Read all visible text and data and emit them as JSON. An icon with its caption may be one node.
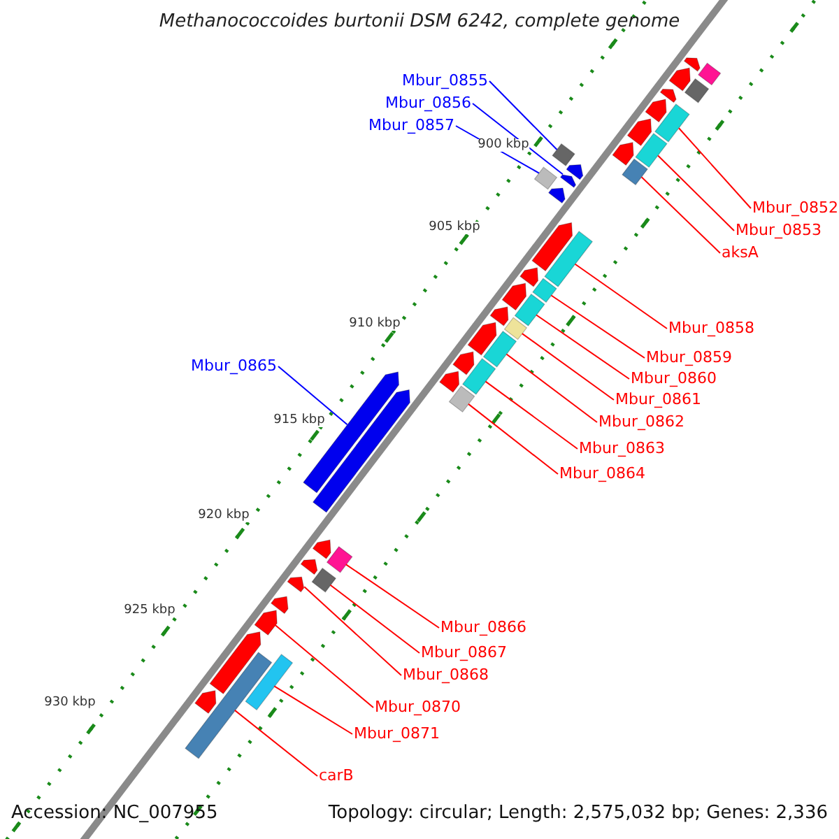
{
  "diagram": {
    "title": "Methanococcoides burtonii DSM 6242, complete genome",
    "nodes": [
      {
        "text": [
          "Mbur_0855"
        ]
      },
      {
        "text": [
          "Mbur_0856"
        ]
      },
      {
        "text": [
          "Mbur_0857"
        ]
      },
      {
        "text": [
          "Mbur_0852"
        ]
      },
      {
        "text": [
          "Mbur_0853"
        ]
      },
      {
        "text": [
          "aksA"
        ]
      },
      {
        "text": [
          "Mbur_0858"
        ]
      },
      {
        "text": [
          "Mbur_0859"
        ]
      },
      {
        "text": [
          "Mbur_0865"
        ]
      },
      {
        "text": [
          "Mbur_0860"
        ]
      },
      {
        "text": [
          "Mbur_0861"
        ]
      },
      {
        "text": [
          "Mbur_0862"
        ]
      },
      {
        "text": [
          "Mbur_0863"
        ]
      },
      {
        "text": [
          "Mbur_0864"
        ]
      },
      {
        "text": [
          "Mbur_0866"
        ]
      },
      {
        "text": [
          "Mbur_0867"
        ]
      },
      {
        "text": [
          "Mbur_0868"
        ]
      },
      {
        "text": [
          "Mbur_0870"
        ]
      },
      {
        "text": [
          "Mbur_0871"
        ]
      },
      {
        "text": [
          "carB"
        ]
      },
      {
        "text": [],
        "shape": "bar"
      },
      {
        "text": [],
        "shape": "bar"
      },
      {
        "text": [],
        "shape": "bar"
      },
      {
        "text": [],
        "shape": "bar"
      },
      {
        "text": [],
        "shape": "arrow"
      },
      {
        "text": [],
        "shape": "bar"
      },
      {
        "text": [],
        "shape": "bar"
      },
      {
        "text": [],
        "shape": "bar"
      },
      {
        "text": [],
        "shape": "bar"
      },
      {
        "text": [],
        "shape": "bar"
      },
      {
        "text": [],
        "shape": "bar"
      },
      {
        "text": [],
        "shape": "bar"
      },
      {
        "text": [],
        "shape": "bar"
      },
      {
        "text": [],
        "shape": "arrow"
      },
      {
        "text": [],
        "shape": "bar"
      },
      {
        "text": [],
        "shape": "bar"
      },
      {
        "text": [],
        "shape": "arrow"
      },
      {
        "text": [],
        "shape": "arrow"
      },
      {
        "text": [],
        "shape": "bar"
      },
      {
        "text": [],
        "shape": "bar"
      },
      {
        "text": [],
        "shape": "arrow"
      },
      {
        "text": [],
        "shape": "arrow"
      },
      {
        "text": [],
        "shape": "arrow"
      },
      {
        "text": [],
        "shape": "arrow"
      },
      {
        "text": [],
        "shape": "arrow"
      },
      {
        "text": [],
        "shape": "arrow"
      },
      {
        "text": [],
        "shape": "bar"
      },
      {
        "text": [],
        "shape": "bar"
      },
      {
        "text": [],
        "shape": "arrow"
      },
      {
        "text": [],
        "shape": "arrow"
      },
      {
        "text": [],
        "shape": "arrow"
      },
      {
        "text": [],
        "shape": "arrow"
      },
      {
        "text": [],
        "shape": "arrow"
      },
      {
        "text": [],
        "shape": "arrow"
      },
      {
        "text": [],
        "shape": "arrow"
      },
      {
        "text": [],
        "shape": "arrow"
      },
      {
        "text": [],
        "shape": "arrow"
      },
      {
        "text": [],
        "shape": "arrow"
      },
      {
        "text": [],
        "shape": "arrow"
      },
      {
        "text": [],
        "shape": "arrow"
      },
      {
        "text": [],
        "shape": "arrow"
      },
      {
        "text": [],
        "shape": "arrow"
      },
      {
        "text": [],
        "shape": "arrow"
      }
    ],
    "edges": [
      {
        "from": 0,
        "to": 23,
        "arrow": "none",
        "color": "#0000ff"
      },
      {
        "from": 1,
        "to": 24,
        "arrow": "none",
        "color": "#0000ff"
      },
      {
        "from": 2,
        "to": 25,
        "arrow": "none",
        "color": "#0000ff"
      },
      {
        "from": 3,
        "to": 20,
        "arrow": "none"
      },
      {
        "from": 4,
        "to": 21,
        "arrow": "none"
      },
      {
        "from": 5,
        "to": 22,
        "arrow": "none"
      },
      {
        "from": 6,
        "to": 26,
        "arrow": "none"
      },
      {
        "from": 7,
        "to": 27,
        "arrow": "none"
      },
      {
        "from": 8,
        "to": 33,
        "arrow": "none",
        "color": "#0000ff"
      },
      {
        "from": 9,
        "to": 28,
        "arrow": "none"
      },
      {
        "from": 10,
        "to": 29,
        "arrow": "none"
      },
      {
        "from": 11,
        "to": 30,
        "arrow": "none"
      },
      {
        "from": 12,
        "to": 31,
        "arrow": "none"
      },
      {
        "from": 13,
        "to": 32,
        "arrow": "none"
      },
      {
        "from": 14,
        "to": 34,
        "arrow": "none"
      },
      {
        "from": 15,
        "to": 35,
        "arrow": "none"
      },
      {
        "from": 16,
        "to": 36,
        "arrow": "none"
      },
      {
        "from": 17,
        "to": 37,
        "arrow": "none"
      },
      {
        "from": 18,
        "to": 38,
        "arrow": "none"
      },
      {
        "from": 19,
        "to": 39,
        "arrow": "none"
      }
    ],
    "labels": [
      "900 kbp",
      "905 kbp",
      "910 kbp",
      "915 kbp",
      "920 kbp",
      "925 kbp",
      "930 kbp",
      "Accession: NC_007955",
      "Topology: circular; Length: 2,575,032 bp; Genes: 2,336"
    ]
  }
}
